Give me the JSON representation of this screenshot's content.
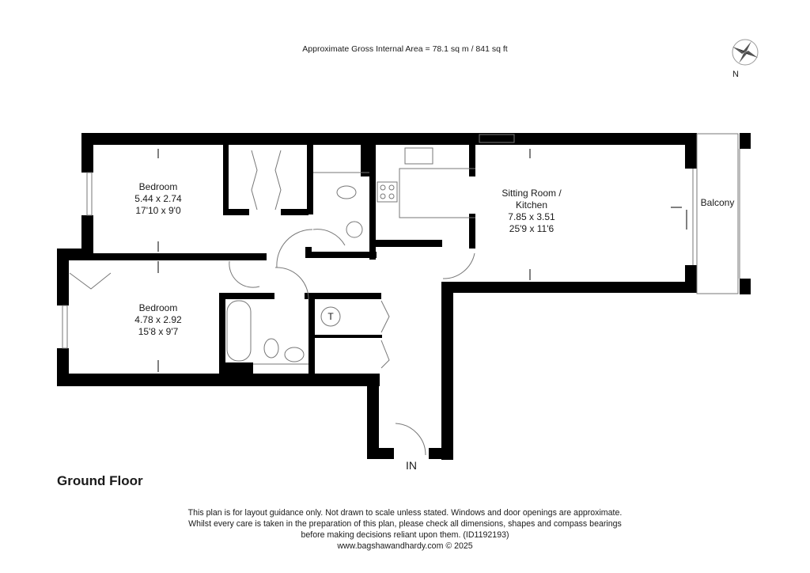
{
  "header": {
    "area": "Approximate Gross Internal Area = 78.1 sq m / 841 sq ft",
    "compass_label": "N",
    "compass_icon": "compass-rose-icon"
  },
  "rooms": [
    {
      "name": "Bedroom",
      "metric": "5.44 x 2.74",
      "imperial": "17'10 x 9'0"
    },
    {
      "name": "Bedroom",
      "metric": "4.78 x 2.92",
      "imperial": "15'8 x 9'7"
    },
    {
      "name": "Sitting Room /",
      "name2": "Kitchen",
      "metric": "7.85 x 3.51",
      "imperial": "25'9 x 11'6"
    },
    {
      "name": "Balcony"
    }
  ],
  "symbols": {
    "cupboard": "T",
    "entrance": "IN"
  },
  "floor_label": "Ground Floor",
  "footer": {
    "line1": "This plan is for layout guidance only. Not drawn to scale unless stated. Windows and door openings are approximate.",
    "line2": "Whilst every care is taken in the preparation of this plan, please check all dimensions, shapes and compass bearings",
    "line3": "before making decisions reliant upon them. (ID1192193)",
    "line4": "www.bagshawandhardy.com © 2025"
  }
}
